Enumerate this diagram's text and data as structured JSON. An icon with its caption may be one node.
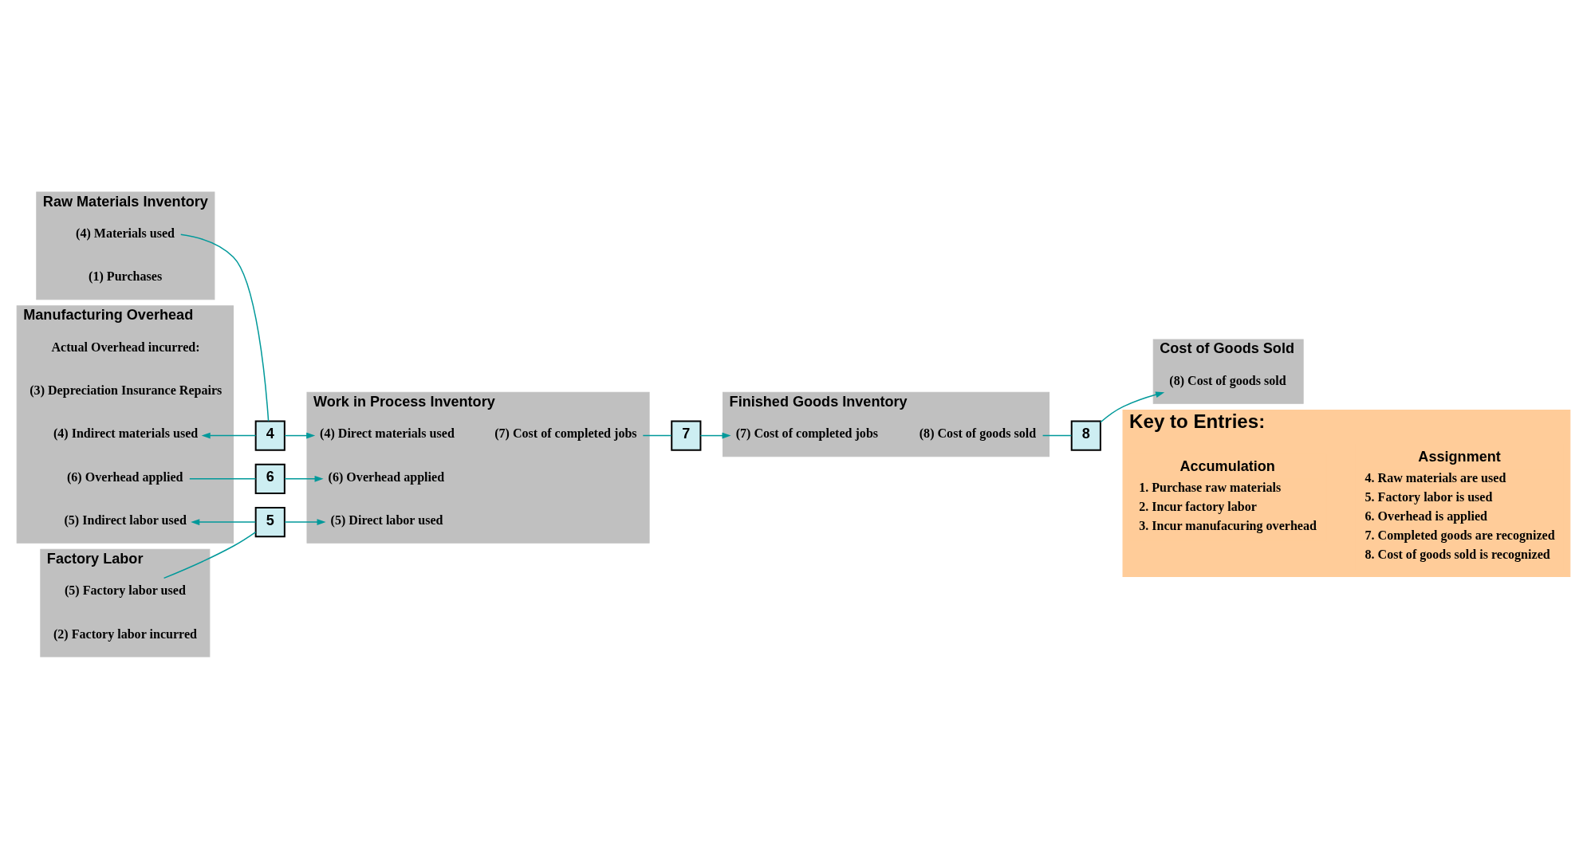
{
  "diagram": {
    "nodes": [
      {
        "text": [
          "Raw Materials Inventory"
        ]
      },
      {
        "text": [
          "(1) Purchases"
        ],
        "in": 0
      },
      {
        "text": [
          "(4) Materials used"
        ],
        "in": 0
      },
      {
        "text": [
          "4"
        ]
      },
      {
        "text": [
          "Factory Labor"
        ]
      },
      {
        "text": [
          "(2) Factory labor incurred"
        ],
        "in": 4
      },
      {
        "text": [
          "(5) Factory labor used"
        ],
        "in": 4
      },
      {
        "text": [
          "5"
        ]
      },
      {
        "text": [
          "Manufacturing Overhead"
        ]
      },
      {
        "text": [
          "Actual Overhead incurred:"
        ],
        "in": 8
      },
      {
        "text": [
          "(3) Depreciation Insurance Repairs"
        ],
        "in": 8
      },
      {
        "text": [
          "(4) Indirect materials used"
        ],
        "in": 8
      },
      {
        "text": [
          "(5) Indirect labor used"
        ],
        "in": 8
      },
      {
        "text": [
          "(6) Overhead applied"
        ],
        "in": 8
      },
      {
        "text": [
          "6"
        ]
      },
      {
        "text": [
          "Work in Process Inventory"
        ]
      },
      {
        "text": [
          "(4) Direct materials used"
        ],
        "in": 15
      },
      {
        "text": [
          "(5) Direct labor used"
        ],
        "in": 15
      },
      {
        "text": [
          "(6) Overhead applied"
        ],
        "in": 15
      },
      {
        "text": [
          "(7) Cost of completed jobs"
        ],
        "in": 15
      },
      {
        "text": [
          "7"
        ]
      },
      {
        "text": [
          "Finished Goods Inventory"
        ]
      },
      {
        "text": [
          "(7) Cost of completed jobs"
        ],
        "in": 21
      },
      {
        "text": [
          "(8) Cost of goods sold"
        ],
        "in": 21
      },
      {
        "text": [
          "8"
        ]
      },
      {
        "text": [
          "Cost of Goods Sold"
        ]
      },
      {
        "text": [
          "(8) Cost of goods sold"
        ],
        "in": 25
      },
      {
        "text": [
          "Key to Entries:"
        ]
      },
      {
        "text": [
          "Accumulation",
          "1. Purchase raw materials",
          "2. Incur factory labor",
          "3. Incur manufacuring overhead"
        ],
        "in": 27
      },
      {
        "text": [
          "Assignment",
          "4. Raw materials are used",
          "5. Factory labor is used",
          "6. Overhead is applied",
          "7. Completed goods are recognized",
          "8. Cost of goods sold is recognized"
        ],
        "in": 27
      }
    ],
    "edges": [
      {
        "from": 2,
        "to": 3,
        "arrow": "none"
      },
      {
        "from": 3,
        "to": 16,
        "arrow": "to"
      },
      {
        "from": 3,
        "to": 11,
        "arrow": "to"
      },
      {
        "from": 6,
        "to": 7,
        "arrow": "none"
      },
      {
        "from": 7,
        "to": 17,
        "arrow": "to"
      },
      {
        "from": 7,
        "to": 12,
        "arrow": "to"
      },
      {
        "from": 13,
        "to": 14,
        "arrow": "none"
      },
      {
        "from": 14,
        "to": 18,
        "arrow": "to"
      },
      {
        "from": 19,
        "to": 20,
        "arrow": "none"
      },
      {
        "from": 20,
        "to": 22,
        "arrow": "to"
      },
      {
        "from": 23,
        "to": 24,
        "arrow": "none"
      },
      {
        "from": 24,
        "to": 26,
        "arrow": "to"
      }
    ]
  }
}
